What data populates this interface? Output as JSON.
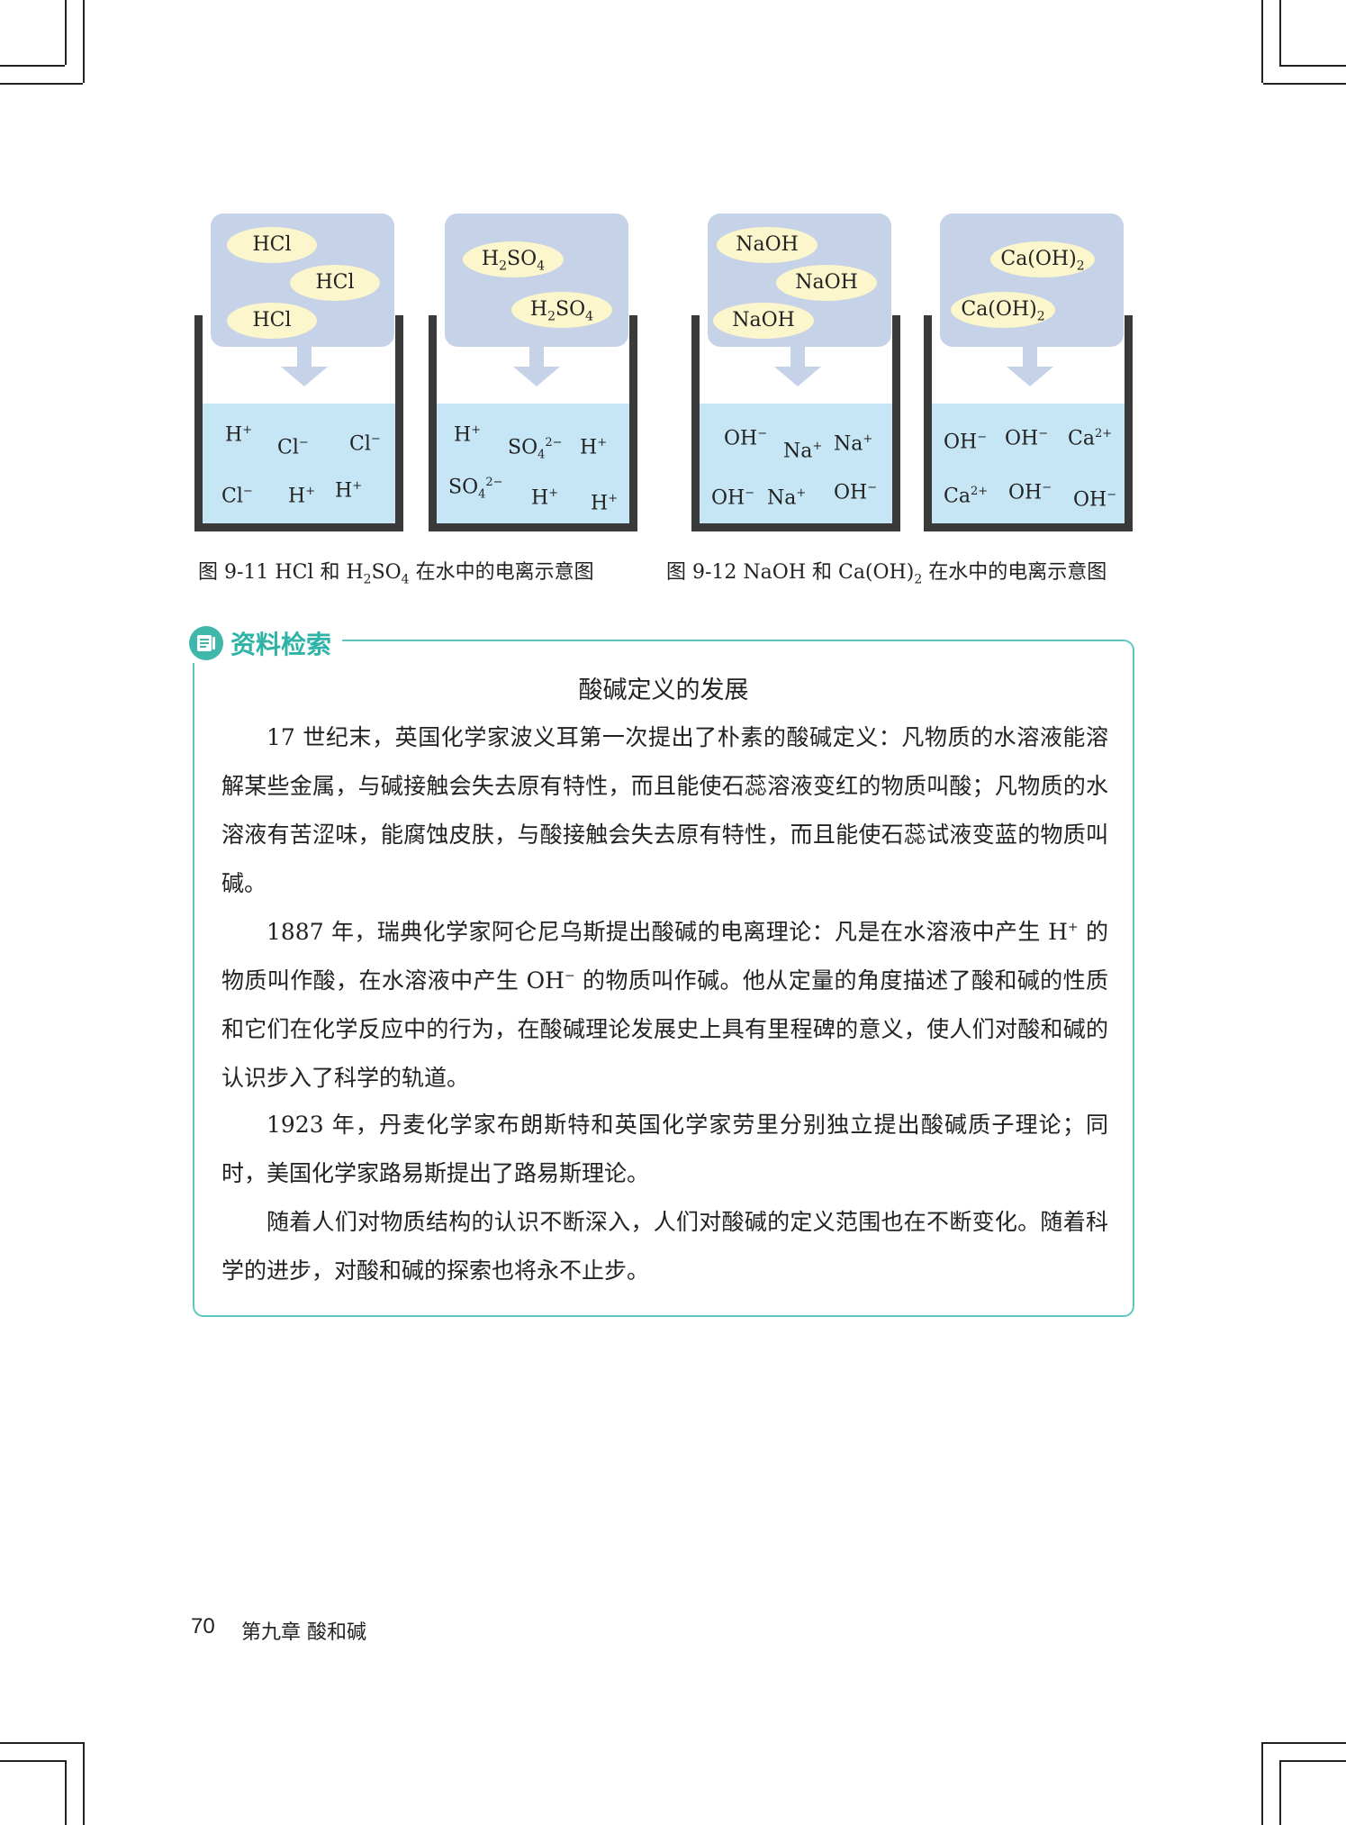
{
  "figure_left": {
    "beakers": [
      {
        "molecules": [
          "HCl",
          "HCl",
          "HCl"
        ],
        "ions": [
          {
            "base": "H",
            "sup": "+"
          },
          {
            "base": "Cl",
            "sup": "−"
          },
          {
            "base": "Cl",
            "sup": "−"
          },
          {
            "base": "Cl",
            "sup": "−"
          },
          {
            "base": "H",
            "sup": "+"
          },
          {
            "base": "H",
            "sup": "+"
          }
        ]
      },
      {
        "molecules": [
          {
            "pre": "H",
            "sub1": "2",
            "mid": "SO",
            "sub2": "4"
          },
          {
            "pre": "H",
            "sub1": "2",
            "mid": "SO",
            "sub2": "4"
          }
        ],
        "ions": [
          {
            "base": "H",
            "sup": "+"
          },
          {
            "base": "SO",
            "sub": "4",
            "sup": "2−"
          },
          {
            "base": "H",
            "sup": "+"
          },
          {
            "base": "SO",
            "sub": "4",
            "sup": "2−"
          },
          {
            "base": "H",
            "sup": "+"
          },
          {
            "base": "H",
            "sup": "+"
          }
        ]
      }
    ],
    "caption": {
      "prefix": "图 9-11  HCl 和 H",
      "sub1": "2",
      "mid": "SO",
      "sub2": "4",
      "suffix": " 在水中的电离示意图"
    }
  },
  "figure_right": {
    "beakers": [
      {
        "molecules": [
          "NaOH",
          "NaOH",
          "NaOH"
        ],
        "ions": [
          {
            "base": "OH",
            "sup": "−"
          },
          {
            "base": "Na",
            "sup": "+"
          },
          {
            "base": "Na",
            "sup": "+"
          },
          {
            "base": "OH",
            "sup": "−"
          },
          {
            "base": "Na",
            "sup": "+"
          },
          {
            "base": "OH",
            "sup": "−"
          }
        ]
      },
      {
        "molecules": [
          {
            "pre": "Ca(OH)",
            "sub1": "2"
          },
          {
            "pre": "Ca(OH)",
            "sub1": "2"
          }
        ],
        "ions": [
          {
            "base": "OH",
            "sup": "−"
          },
          {
            "base": "OH",
            "sup": "−"
          },
          {
            "base": "Ca",
            "sup": "2+"
          },
          {
            "base": "Ca",
            "sup": "2+"
          },
          {
            "base": "OH",
            "sup": "−"
          },
          {
            "base": "OH",
            "sup": "−"
          }
        ]
      }
    ],
    "caption": {
      "prefix": "图 9-12  NaOH 和 Ca(OH)",
      "sub1": "2",
      "suffix": " 在水中的电离示意图"
    }
  },
  "box": {
    "label": "资料检索",
    "title": "酸碱定义的发展",
    "p1": "17 世纪末，英国化学家波义耳第一次提出了朴素的酸碱定义：凡物质的水溶液能溶解某些金属，与碱接触会失去原有特性，而且能使石蕊溶液变红的物质叫酸；凡物质的水溶液有苦涩味，能腐蚀皮肤，与酸接触会失去原有特性，而且能使石蕊试液变蓝的物质叫碱。",
    "p2": {
      "part1": "1887 年，瑞典化学家阿仑尼乌斯提出酸碱的电离理论：凡是在水溶液中产生 H",
      "sup1": "+",
      "part2": " 的物质叫作酸，在水溶液中产生 OH",
      "sup2": "−",
      "part3": " 的物质叫作碱。他从定量的角度描述了酸和碱的性质和它们在化学反应中的行为，在酸碱理论发展史上具有里程碑的意义，使人们对酸和碱的认识步入了科学的轨道。"
    },
    "p3": "1923 年，丹麦化学家布朗斯特和英国化学家劳里分别独立提出酸碱质子理论；同时，美国化学家路易斯提出了路易斯理论。",
    "p4": "随着人们对物质结构的认识不断深入，人们对酸碱的定义范围也在不断变化。随着科学的进步，对酸和碱的探索也将永不止步。"
  },
  "footer": {
    "page_number": "70",
    "chapter": "第九章  酸和碱"
  }
}
